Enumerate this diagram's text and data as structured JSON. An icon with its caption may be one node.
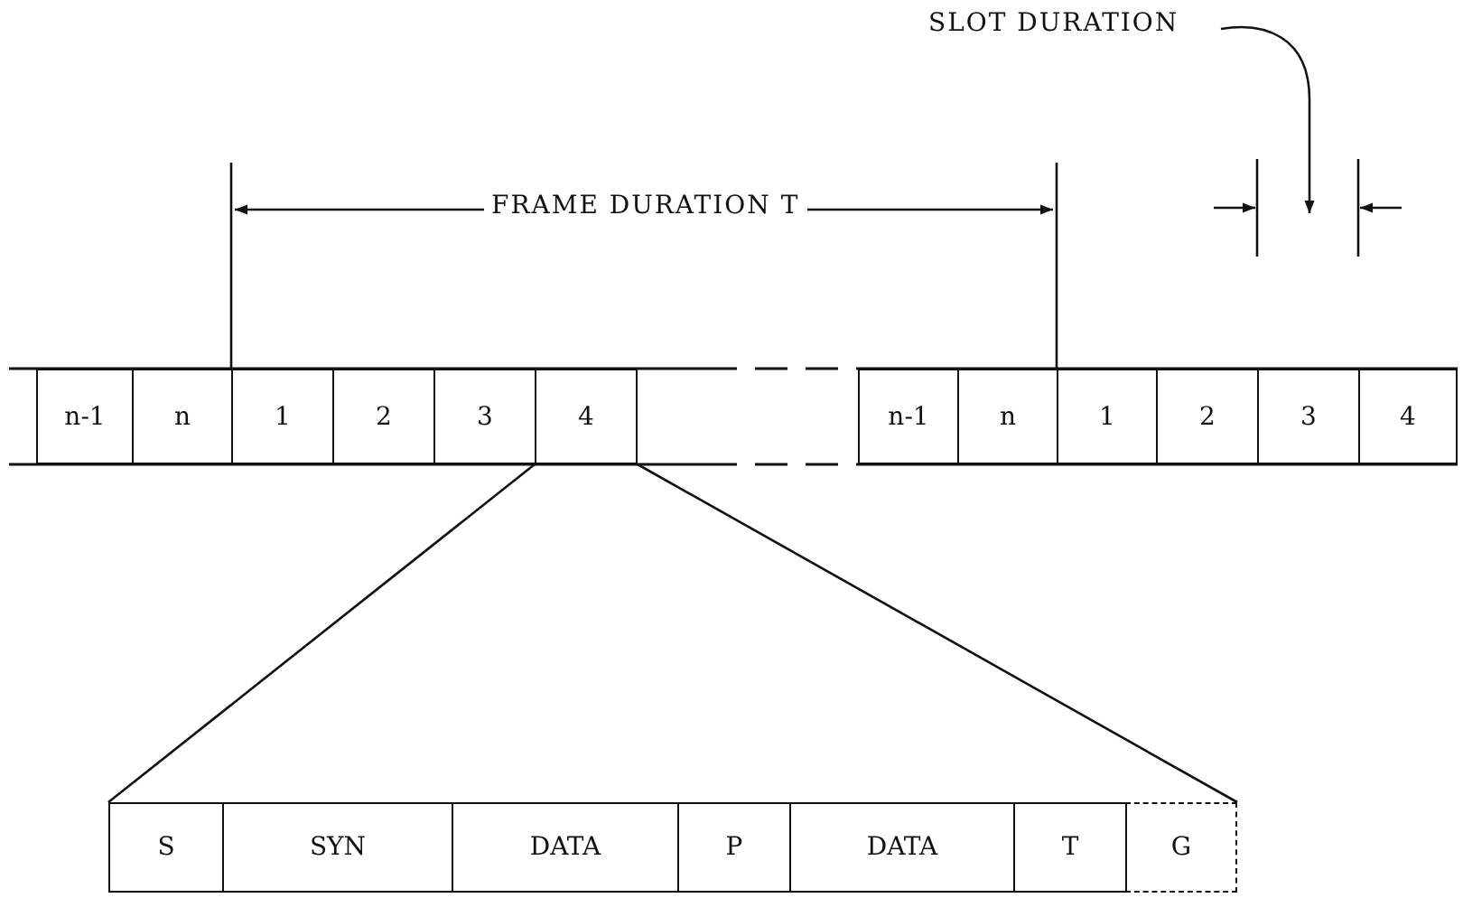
{
  "diagram": {
    "nodes": [
      {
        "text": [
          "n-1"
        ]
      },
      {
        "text": [
          "n"
        ]
      },
      {
        "text": [
          "1"
        ]
      },
      {
        "text": [
          "2"
        ]
      },
      {
        "text": [
          "3"
        ]
      },
      {
        "text": [
          "4"
        ]
      },
      {
        "text": [
          "n-1"
        ]
      },
      {
        "text": [
          "n"
        ]
      },
      {
        "text": [
          "1"
        ]
      },
      {
        "text": [
          "2"
        ]
      },
      {
        "text": [
          "3"
        ]
      },
      {
        "text": [
          "4"
        ]
      },
      {
        "text": [],
        "shape": "box"
      },
      {
        "text": [
          "S"
        ],
        "in": 12
      },
      {
        "text": [
          "SYN"
        ],
        "in": 12
      },
      {
        "text": [
          "DATA"
        ],
        "in": 12
      },
      {
        "text": [
          "P"
        ],
        "in": 12
      },
      {
        "text": [
          "DATA"
        ],
        "in": 12
      },
      {
        "text": [
          "T"
        ],
        "in": 12
      },
      {
        "text": [
          "G"
        ],
        "in": 12
      }
    ],
    "edges": [
      {
        "from": 5,
        "to": 12,
        "arrow": "none"
      },
      {
        "from": 5,
        "to": 12,
        "arrow": "none"
      }
    ],
    "labels": [
      "SLOT DURATION",
      "FRAME DURATION T"
    ]
  }
}
